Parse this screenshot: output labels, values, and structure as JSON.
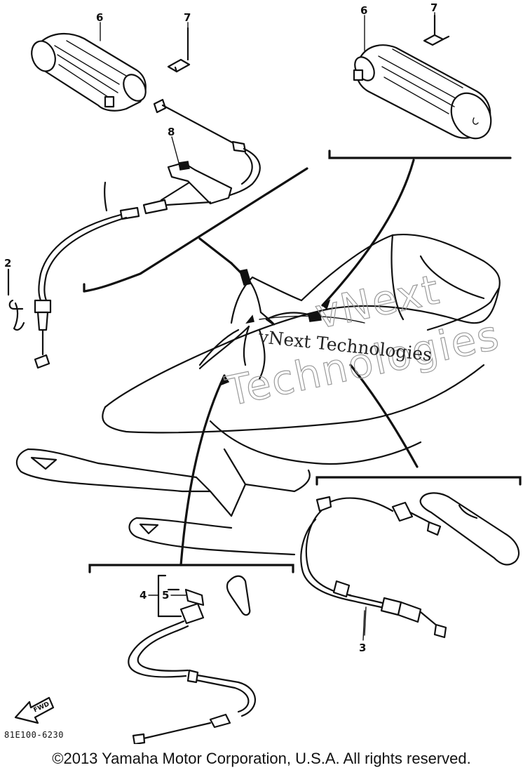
{
  "callouts": {
    "c6_left": "6",
    "c7_left": "7",
    "c6_right": "6",
    "c7_right": "7",
    "c8": "8",
    "c2": "2",
    "c4": "4",
    "c5": "5",
    "c3": "3"
  },
  "watermark": {
    "big_line1": "vNext",
    "big_line2": "Technologies",
    "small": "vNext Technologies"
  },
  "fwd_label": "FWD",
  "drawing_code": "81E100-6230",
  "copyright": "©2013 Yamaha Motor Corporation, U.S.A. All rights reserved."
}
